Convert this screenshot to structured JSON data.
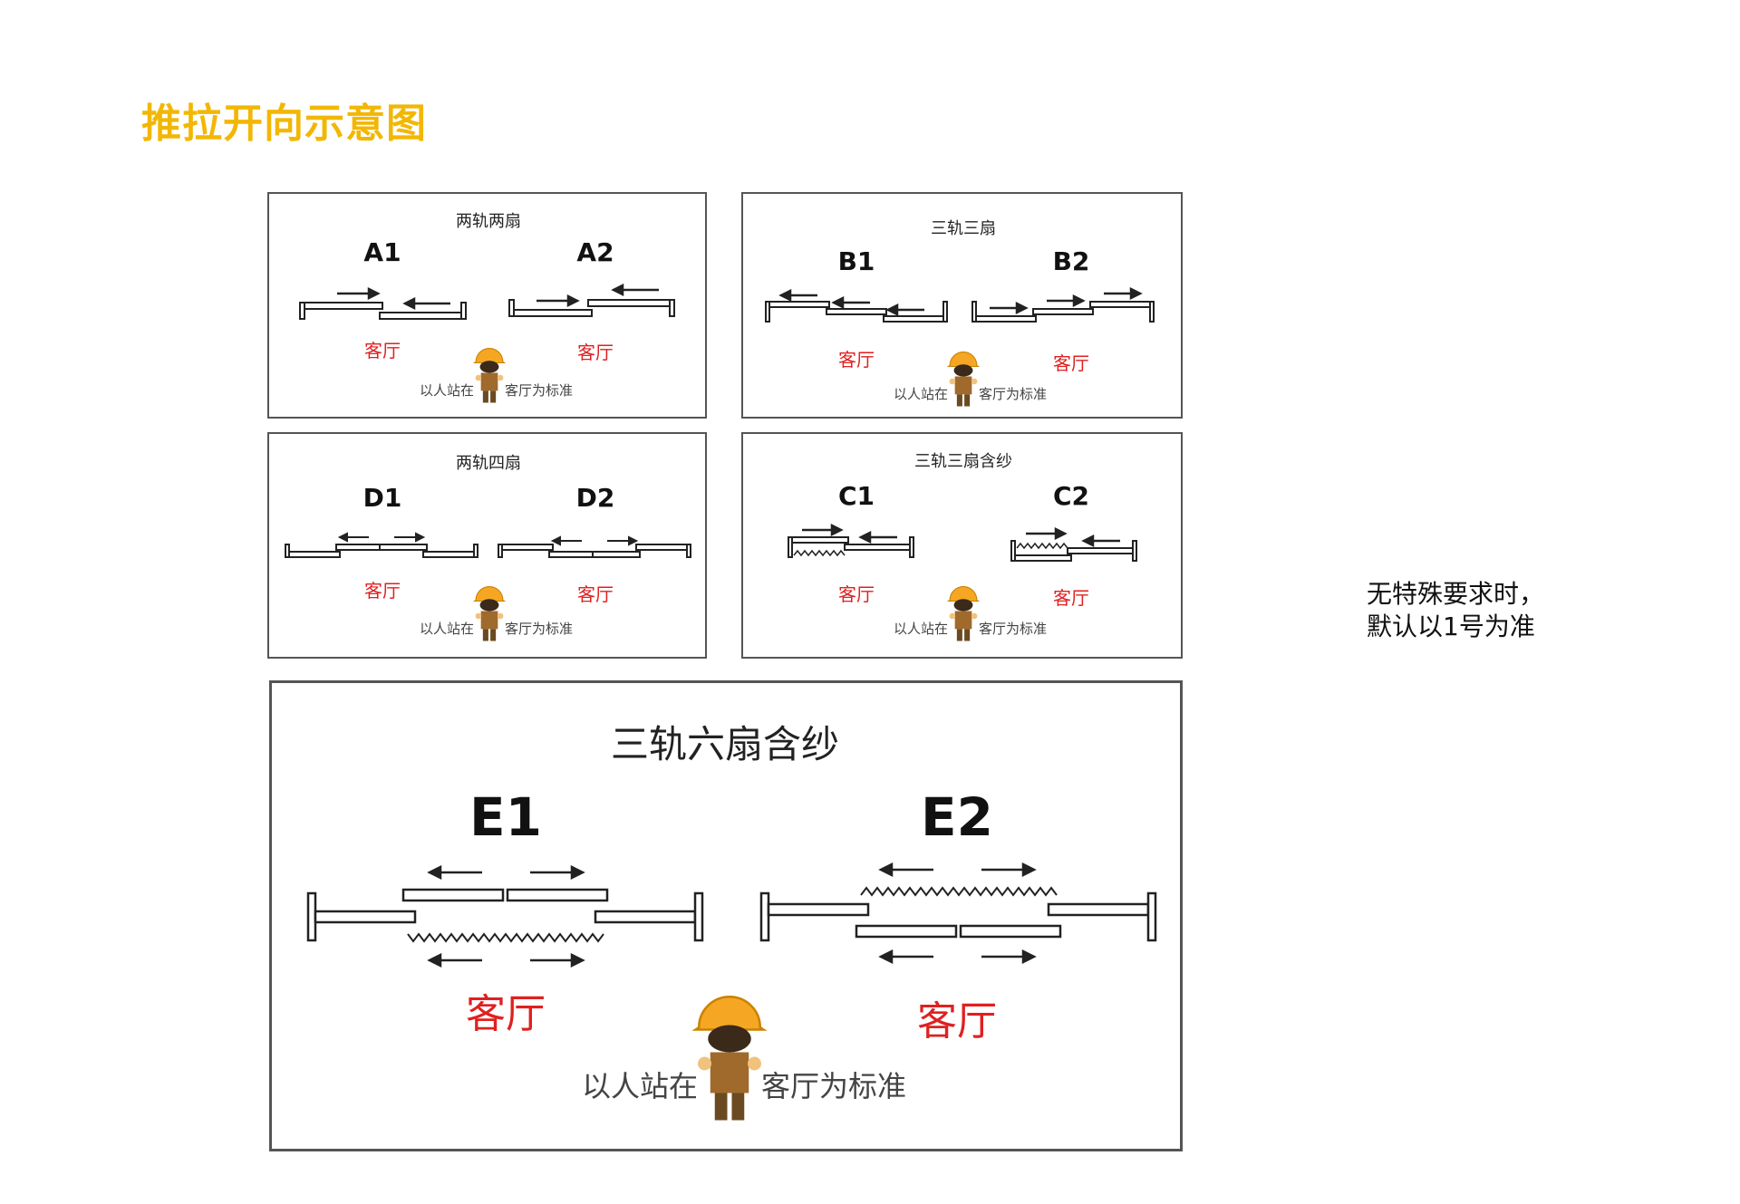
{
  "page": {
    "title": "推拉开向示意图"
  },
  "note": {
    "line1": "无特殊要求时，",
    "line2": "默认以1号为准"
  },
  "panels": {
    "two_track_two": {
      "title": "两轨两扇",
      "left_label": "A1",
      "right_label": "A2",
      "room_left": "客厅",
      "room_right": "客厅",
      "caption_left": "以人站在",
      "caption_right": "客厅为标准"
    },
    "three_track_three": {
      "title": "三轨三扇",
      "left_label": "B1",
      "right_label": "B2",
      "room_left": "客厅",
      "room_right": "客厅",
      "caption_left": "以人站在",
      "caption_right": "客厅为标准"
    },
    "two_track_four": {
      "title": "两轨四扇",
      "left_label": "D1",
      "right_label": "D2",
      "room_left": "客厅",
      "room_right": "客厅",
      "caption_left": "以人站在",
      "caption_right": "客厅为标准"
    },
    "three_track_three_screen": {
      "title": "三轨三扇含纱",
      "left_label": "C1",
      "right_label": "C2",
      "room_left": "客厅",
      "room_right": "客厅",
      "caption_left": "以人站在",
      "caption_right": "客厅为标准"
    },
    "three_track_six_screen": {
      "title": "三轨六扇含纱",
      "left_label": "E1",
      "right_label": "E2",
      "room_left": "客厅",
      "room_right": "客厅",
      "caption_left": "以人站在",
      "caption_right": "客厅为标准"
    }
  },
  "colors": {
    "title": "#f2b705",
    "room": "#e02020",
    "helmet": "#f5a623",
    "line": "#222222"
  },
  "icons": [
    "arrow-icon",
    "worker-icon",
    "screen-mesh-icon"
  ]
}
